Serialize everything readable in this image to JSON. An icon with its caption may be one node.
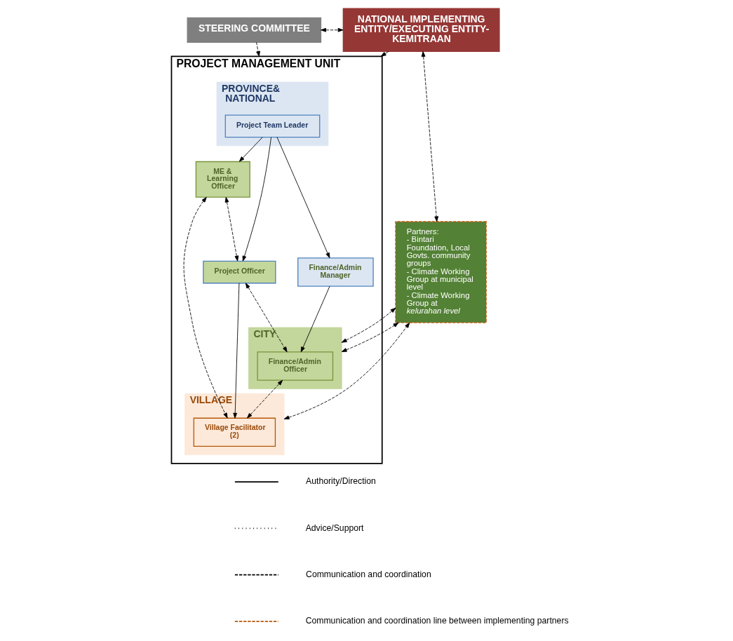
{
  "diagram": {
    "nodes": [
      {
        "text": [
          "STEERING COMMITTEE"
        ]
      },
      {
        "text": [
          "NATIONAL IMPLEMENTING ENTITY/EXECUTING ENTITY-KEMITRAAN"
        ]
      },
      {
        "text": [
          "PROJECT MANAGEMENT UNIT"
        ]
      },
      {
        "text": [
          "PROVINCE& NATIONAL"
        ],
        "in": 2
      },
      {
        "text": [
          "Project Team Leader"
        ],
        "in": 3
      },
      {
        "text": [
          "ME & Learning Officer"
        ],
        "in": 2
      },
      {
        "text": [
          "Project Officer"
        ],
        "in": 2
      },
      {
        "text": [
          "Finance/Admin Manager"
        ],
        "in": 2
      },
      {
        "text": [
          "CITY"
        ],
        "in": 2
      },
      {
        "text": [
          "Finance/Admin Officer"
        ],
        "in": 8
      },
      {
        "text": [
          "VILLAGE"
        ],
        "in": 2
      },
      {
        "text": [
          "Village Facilitator (2)"
        ],
        "in": 10
      },
      {
        "text": [
          "Partners:",
          "- Bintari Foundation, Local Govts. community groups",
          "- Climate Working Group at municipal level",
          "- Climate Working Group at *kelurahan level*"
        ]
      }
    ],
    "edges": [
      {
        "from": 0,
        "to": 1,
        "arrow": "both",
        "style": "dashed"
      },
      {
        "from": 0,
        "to": 2,
        "arrow": "to",
        "style": "dashed"
      },
      {
        "from": 1,
        "to": 2,
        "arrow": "to"
      },
      {
        "from": 4,
        "to": 5,
        "arrow": "to"
      },
      {
        "from": 4,
        "to": 6,
        "arrow": "to"
      },
      {
        "from": 4,
        "to": 7,
        "arrow": "to"
      },
      {
        "from": 7,
        "to": 9,
        "arrow": "to"
      },
      {
        "from": 6,
        "to": 11,
        "arrow": "to"
      },
      {
        "from": 5,
        "to": 6,
        "arrow": "both",
        "style": "dashed"
      },
      {
        "from": 6,
        "to": 9,
        "arrow": "both",
        "style": "dashed"
      },
      {
        "from": 5,
        "to": 11,
        "arrow": "both",
        "style": "dashed"
      },
      {
        "from": 9,
        "to": 11,
        "arrow": "both",
        "style": "dashed"
      },
      {
        "from": 1,
        "to": 12,
        "arrow": "both",
        "style": "dashed"
      },
      {
        "from": 8,
        "to": 12,
        "arrow": "both",
        "style": "dashed"
      },
      {
        "from": 8,
        "to": 12,
        "arrow": "both",
        "style": "dashed"
      },
      {
        "from": 10,
        "to": 12,
        "arrow": "both",
        "style": "dashed"
      }
    ],
    "legend": [
      {
        "text": "Authority/Direction"
      },
      {
        "text": "Advice/Support"
      },
      {
        "text": "Communication and coordination"
      },
      {
        "text": "Communication and coordination line between implementing partners"
      }
    ]
  }
}
